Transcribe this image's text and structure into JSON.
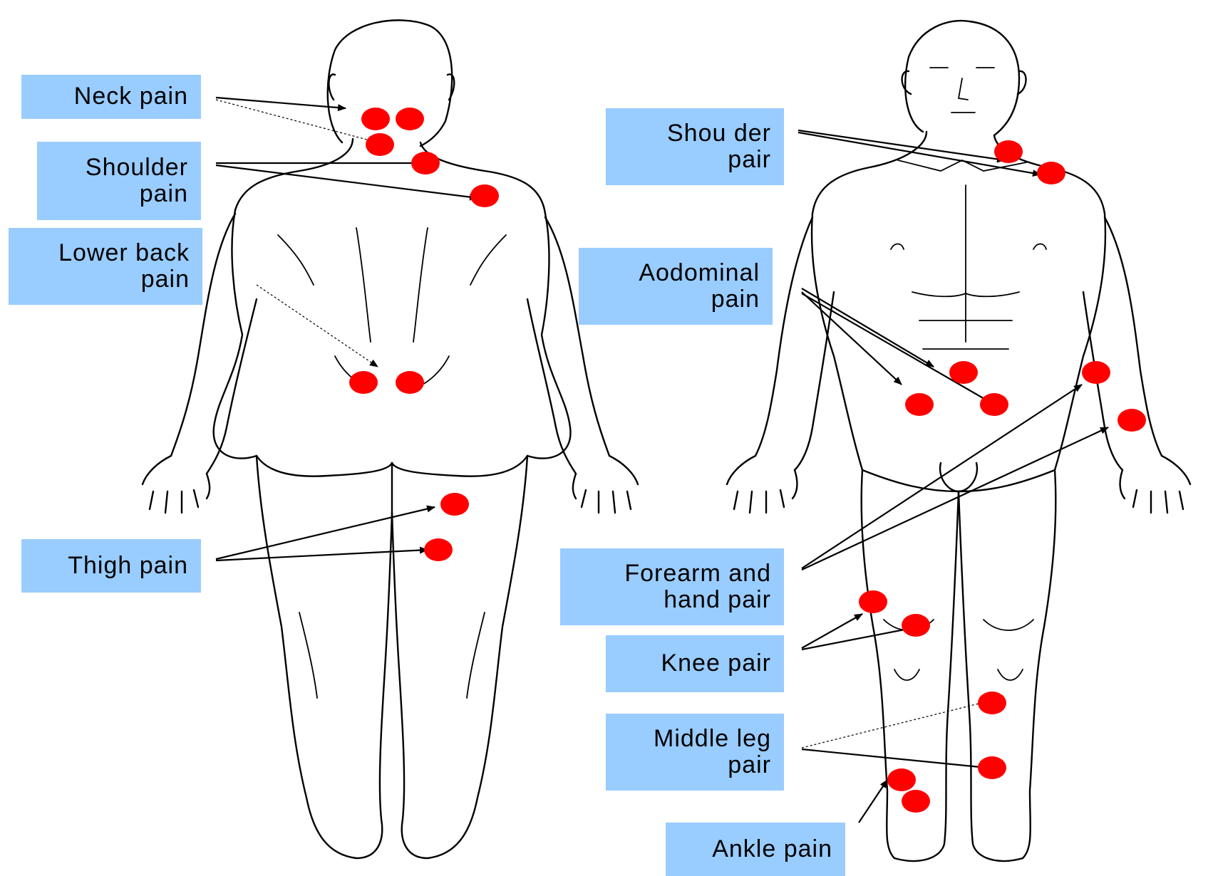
{
  "labels": {
    "neck": "Neck pain",
    "shoulder_back": "Shoulder\npain",
    "lower_back": "Lower back\npain",
    "thigh": "Thigh pain",
    "shoulder_front": "Shou der\npair",
    "abdominal": "Aodominal\npain",
    "forearm": "Forearm and\nhand pair",
    "knee": "Knee pair",
    "middle_leg": "Middle leg\npair",
    "ankle": "Ankle pain"
  },
  "colors": {
    "label_bg": "#99ccff",
    "dot": "#ff0000",
    "line": "#000000"
  }
}
